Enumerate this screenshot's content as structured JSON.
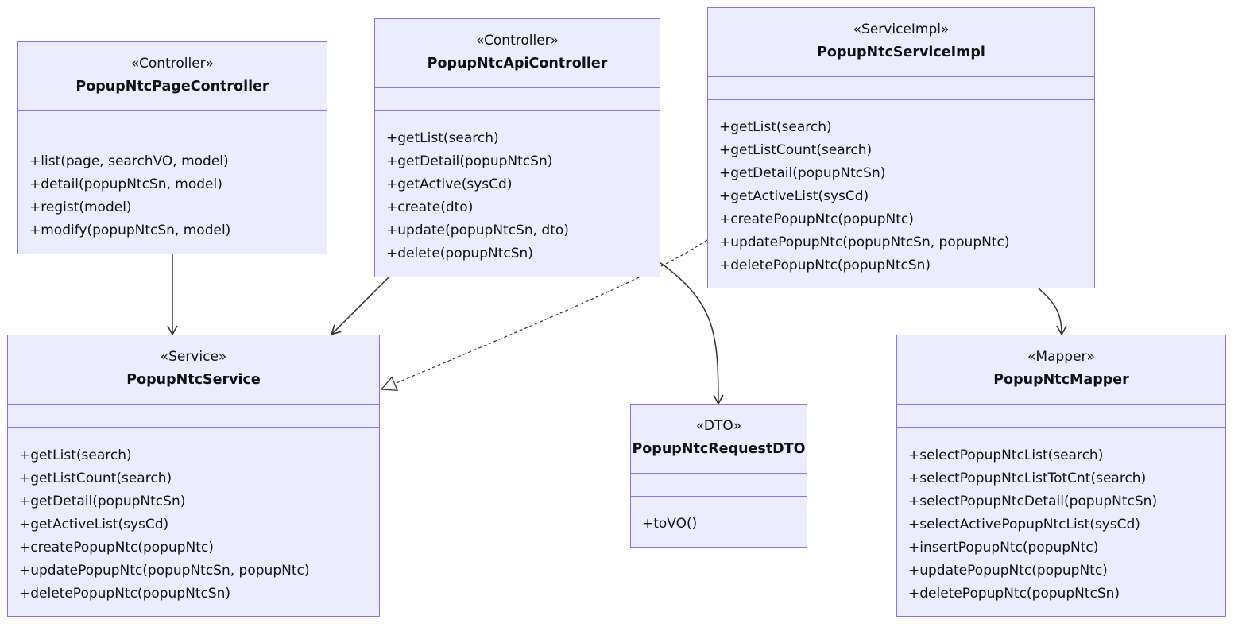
{
  "classes": {
    "page_controller": {
      "stereotype": "«Controller»",
      "name": "PopupNtcPageController",
      "methods": [
        "+list(page, searchVO, model)",
        "+detail(popupNtcSn, model)",
        "+regist(model)",
        "+modify(popupNtcSn, model)"
      ]
    },
    "api_controller": {
      "stereotype": "«Controller»",
      "name": "PopupNtcApiController",
      "methods": [
        "+getList(search)",
        "+getDetail(popupNtcSn)",
        "+getActive(sysCd)",
        "+create(dto)",
        "+update(popupNtcSn, dto)",
        "+delete(popupNtcSn)"
      ]
    },
    "service_impl": {
      "stereotype": "«ServiceImpl»",
      "name": "PopupNtcServiceImpl",
      "methods": [
        "+getList(search)",
        "+getListCount(search)",
        "+getDetail(popupNtcSn)",
        "+getActiveList(sysCd)",
        "+createPopupNtc(popupNtc)",
        "+updatePopupNtc(popupNtcSn, popupNtc)",
        "+deletePopupNtc(popupNtcSn)"
      ]
    },
    "service": {
      "stereotype": "«Service»",
      "name": "PopupNtcService",
      "methods": [
        "+getList(search)",
        "+getListCount(search)",
        "+getDetail(popupNtcSn)",
        "+getActiveList(sysCd)",
        "+createPopupNtc(popupNtc)",
        "+updatePopupNtc(popupNtcSn, popupNtc)",
        "+deletePopupNtc(popupNtcSn)"
      ]
    },
    "request_dto": {
      "stereotype": "«DTO»",
      "name": "PopupNtcRequestDTO",
      "methods": [
        "+toVO()"
      ]
    },
    "mapper": {
      "stereotype": "«Mapper»",
      "name": "PopupNtcMapper",
      "methods": [
        "+selectPopupNtcList(search)",
        "+selectPopupNtcListTotCnt(search)",
        "+selectPopupNtcDetail(popupNtcSn)",
        "+selectActivePopupNtcList(sysCd)",
        "+insertPopupNtc(popupNtc)",
        "+updatePopupNtc(popupNtc)",
        "+deletePopupNtc(popupNtcSn)"
      ]
    }
  },
  "colors": {
    "box_fill": "#ECECFF",
    "box_border": "#9370DB",
    "edge": "#333333"
  }
}
